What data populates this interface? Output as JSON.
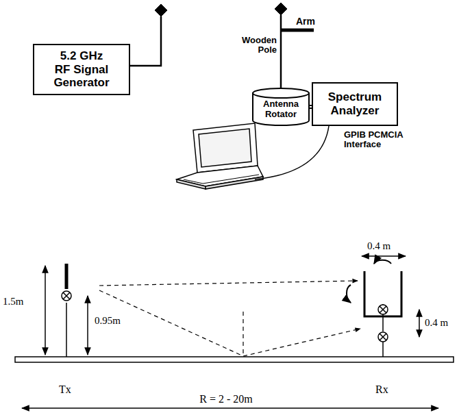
{
  "diagram": {
    "nodes": [
      {
        "text": [
          "5.2 GHz RF Signal Generator"
        ]
      },
      {
        "text": [
          "Antenna Rotator"
        ]
      },
      {
        "text": [
          "Spectrum Analyzer"
        ]
      }
    ],
    "edges": [
      {
        "from": 1,
        "to": 2,
        "arrow": "none"
      }
    ],
    "labels": [
      "Arm",
      "Wooden Pole",
      "GPIB PCMCIA Interface",
      "1.5m",
      "0.95m",
      "0.4 m",
      "0.4 m",
      "Tx",
      "Rx",
      "R = 2 - 20m"
    ]
  }
}
